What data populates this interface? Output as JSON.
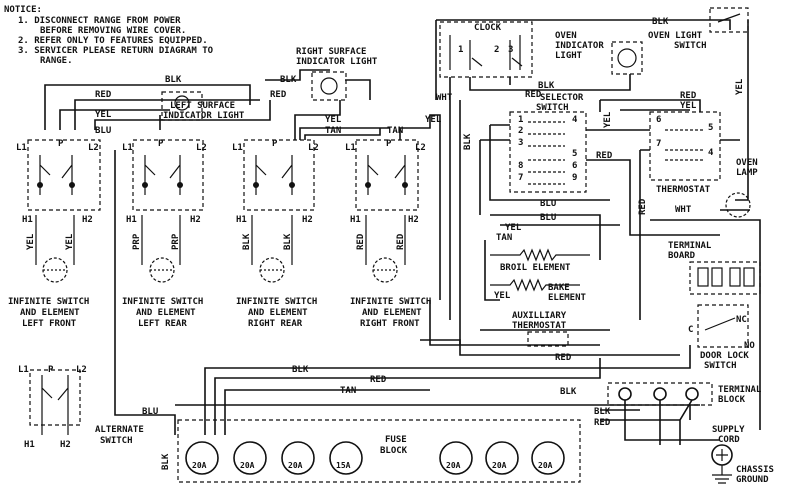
{
  "notice": {
    "heading": "NOTICE:",
    "items": [
      "1. DISCONNECT RANGE FROM POWER",
      "BEFORE REMOVING WIRE COVER.",
      "2. REFER ONLY TO FEATURES EQUIPPED.",
      "3. SERVICER PLEASE RETURN DIAGRAM TO",
      "RANGE."
    ]
  },
  "components": {
    "left_surface_indicator": [
      "LEFT SURFACE",
      "INDICATOR LIGHT"
    ],
    "right_surface_indicator": [
      "RIGHT SURFACE",
      "INDICATOR LIGHT"
    ],
    "clock": "CLOCK",
    "oven_indicator": [
      "OVEN",
      "INDICATOR",
      "LIGHT"
    ],
    "oven_light_switch": [
      "OVEN LIGHT",
      "SWITCH"
    ],
    "selector_switch": [
      "SELECTOR",
      "SWITCH"
    ],
    "thermostat": "THERMOSTAT",
    "oven_lamp": [
      "OVEN",
      "LAMP"
    ],
    "broil_element": "BROIL ELEMENT",
    "bake_element": [
      "BAKE",
      "ELEMENT"
    ],
    "terminal_board": [
      "TERMINAL",
      "BOARD"
    ],
    "auxiliary_thermostat": [
      "AUXILLIARY",
      "THERMOSTAT"
    ],
    "door_lock_switch": [
      "DOOR LOCK",
      "SWITCH"
    ],
    "terminal_block": [
      "TERMINAL",
      "BLOCK"
    ],
    "alternate_switch": [
      "ALTERNATE",
      "SWITCH"
    ],
    "fuse_block": [
      "FUSE",
      "BLOCK"
    ],
    "supply_cord": [
      "SUPPLY",
      "CORD"
    ],
    "chassis_ground": [
      "CHASSIS",
      "GROUND"
    ],
    "infinite_switches": [
      [
        "INFINITE SWITCH",
        "AND ELEMENT",
        "LEFT FRONT"
      ],
      [
        "INFINITE SWITCH",
        "AND ELEMENT",
        "LEFT REAR"
      ],
      [
        "INFINITE SWITCH",
        "AND ELEMENT",
        "RIGHT REAR"
      ],
      [
        "INFINITE SWITCH",
        "AND ELEMENT",
        "RIGHT FRONT"
      ]
    ]
  },
  "fuses": [
    "20A",
    "20A",
    "20A",
    "15A",
    "20A",
    "20A",
    "20A"
  ],
  "wires": {
    "blk": "BLK",
    "red": "RED",
    "blu": "BLU",
    "yel": "YEL",
    "tan": "TAN",
    "wht": "WHT",
    "prp": "PRP"
  },
  "terminals": {
    "l1": "L1",
    "l2": "L2",
    "h1": "H1",
    "h2": "H2",
    "p": "P",
    "c": "C",
    "nc": "NC",
    "no": "NO",
    "selector_nums": [
      "1",
      "2",
      "3",
      "4",
      "5",
      "6",
      "7",
      "8",
      "9"
    ],
    "thermo_nums": [
      "6",
      "7",
      "5",
      "4"
    ],
    "clock_nums": [
      "1",
      "2",
      "3"
    ]
  }
}
